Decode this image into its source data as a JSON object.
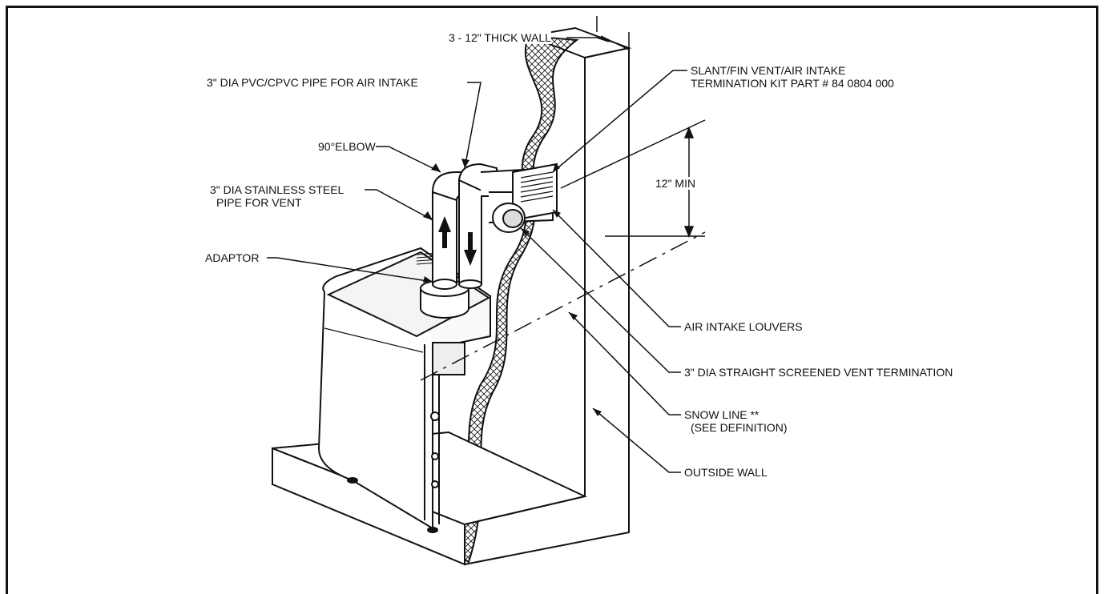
{
  "labels": {
    "wall_thickness": "3 - 12\" THICK WALL",
    "air_intake_pipe": "3\" DIA PVC/CPVC PIPE FOR AIR INTAKE",
    "elbow": "90°ELBOW",
    "vent_pipe_line1": "3\" DIA STAINLESS STEEL",
    "vent_pipe_line2": "PIPE FOR VENT",
    "adaptor": "ADAPTOR",
    "termination_kit_line1": "SLANT/FIN VENT/AIR INTAKE",
    "termination_kit_line2": "TERMINATION KIT PART # 84 0804 000",
    "min_height": "12\" MIN",
    "louvers": "AIR INTAKE LOUVERS",
    "vent_termination": "3\" DIA STRAIGHT SCREENED VENT TERMINATION",
    "snow_line_line1": "SNOW LINE **",
    "snow_line_line2": "(SEE DEFINITION)",
    "outside_wall": "OUTSIDE WALL"
  },
  "colors": {
    "line": "#111111",
    "fill": "#ffffff",
    "light_fill": "#f2f2f2",
    "shade": "#cfcfcf"
  }
}
